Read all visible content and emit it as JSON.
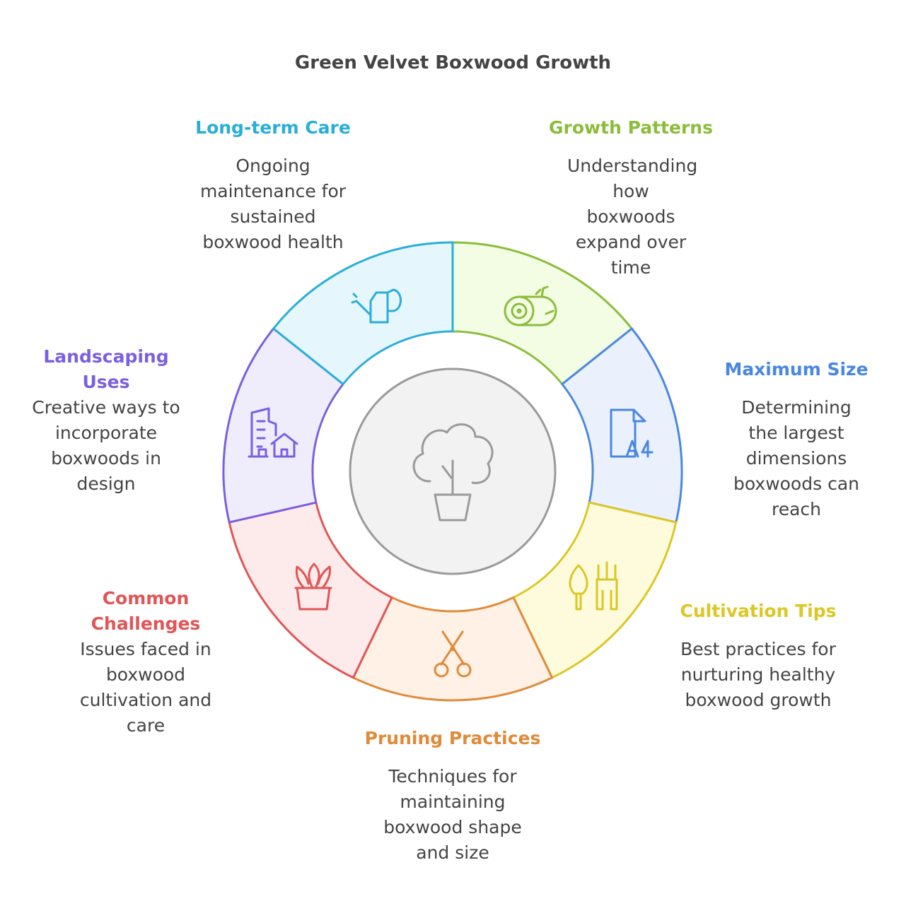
{
  "title": "Green Velvet Boxwood Growth",
  "center": {
    "icon": "potted-tree-icon"
  },
  "segments": [
    {
      "id": "growth-patterns",
      "title": "Growth Patterns",
      "desc": "Understanding how boxwoods expand over time",
      "color": "#8bbd3c",
      "fill": "#f3fde3",
      "icon": "log-icon"
    },
    {
      "id": "maximum-size",
      "title": "Maximum Size",
      "desc": "Determining the largest dimensions boxwoods can reach",
      "color": "#4a87e0",
      "fill": "#ebf1fc",
      "icon": "a4-document-icon"
    },
    {
      "id": "cultivation-tips",
      "title": "Cultivation Tips",
      "desc": "Best practices for nurturing healthy boxwood growth",
      "color": "#dcc724",
      "fill": "#fdfbdc",
      "icon": "garden-tools-icon"
    },
    {
      "id": "pruning-practices",
      "title": "Pruning Practices",
      "desc": "Techniques for maintaining boxwood shape and size",
      "color": "#e08a3a",
      "fill": "#fff1e6",
      "icon": "pruning-shears-icon"
    },
    {
      "id": "common-challenges",
      "title": "Common Challenges",
      "desc": "Issues faced in boxwood cultivation and care",
      "color": "#e05656",
      "fill": "#fdeaea",
      "icon": "succulent-pot-icon"
    },
    {
      "id": "landscaping-uses",
      "title": "Landscaping Uses",
      "desc": "Creative ways to incorporate boxwoods in design",
      "color": "#7a5fe0",
      "fill": "#efedfc",
      "icon": "buildings-house-icon"
    },
    {
      "id": "long-term-care",
      "title": "Long-term Care",
      "desc": "Ongoing maintenance for sustained boxwood health",
      "color": "#2aaed8",
      "fill": "#e5f6fc",
      "icon": "watering-can-icon"
    }
  ]
}
